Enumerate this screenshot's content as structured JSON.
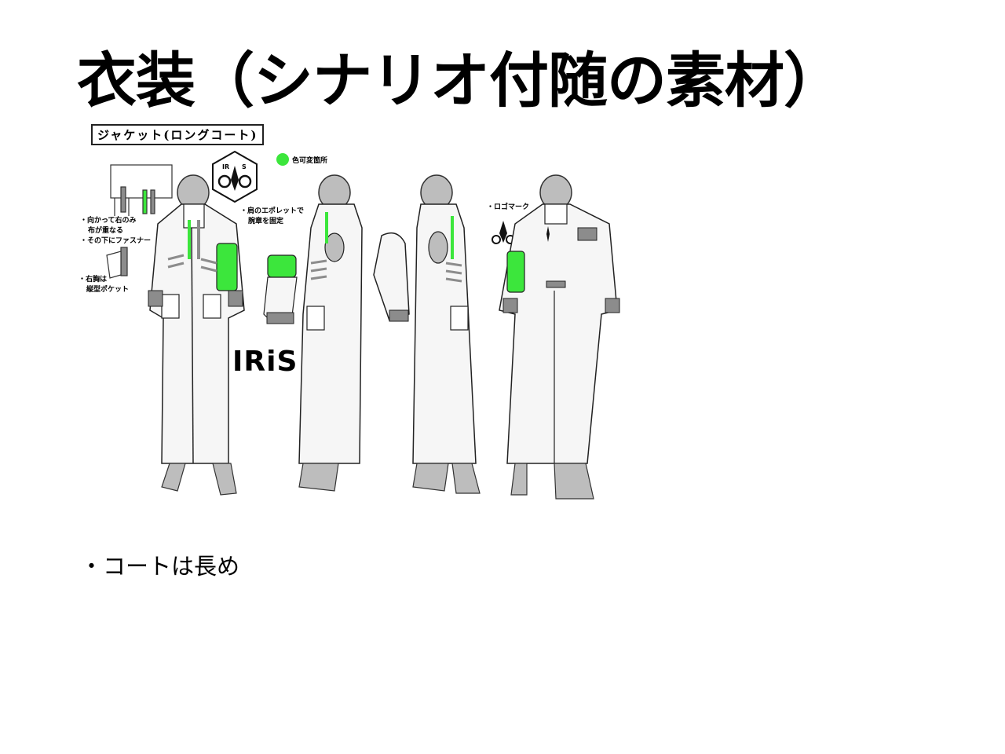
{
  "slide": {
    "title": "衣装（シナリオ付随の素材）",
    "bullet": "・コートは長め"
  },
  "sheet": {
    "label": "ジャケット(ロングコート)",
    "legend": "色可変箇所",
    "notes": {
      "overlap": "・向かって右のみ",
      "overlap2": "布が重なる",
      "fastener": "・その下にファスナー",
      "pocket": "・右胸は",
      "pocket2": "縦型ポケット",
      "epaulet": "・肩のエポレットで",
      "epaulet2": "腕章を固定",
      "logo": "・ロゴマーク"
    },
    "brand": "IRiS",
    "colors": {
      "accent": "#3ce63c",
      "gray": "#8c8c8c",
      "outline": "#222222"
    }
  }
}
